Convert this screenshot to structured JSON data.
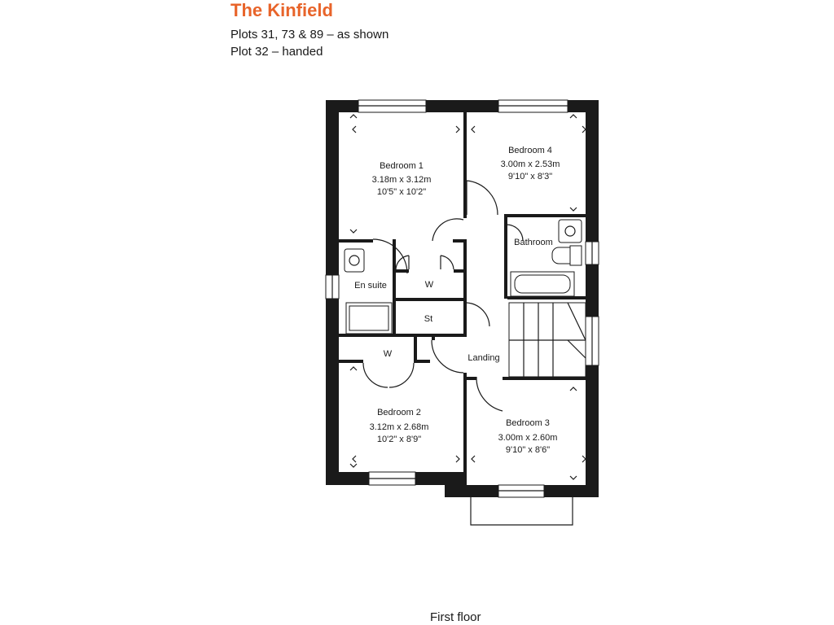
{
  "header": {
    "title": "The Kinfield",
    "plots_line": "Plots 31, 73 & 89 – as shown",
    "handed_line": "Plot  32 – handed"
  },
  "rooms": {
    "bedroom1": {
      "name": "Bedroom 1",
      "metric": "3.18m x 3.12m",
      "imperial": "10'5\" x 10'2\""
    },
    "bedroom4": {
      "name": "Bedroom 4",
      "metric": "3.00m x 2.53m",
      "imperial": "9'10\" x 8'3\""
    },
    "bathroom": {
      "name": "Bathroom"
    },
    "ensuite": {
      "name": "En suite"
    },
    "wardrobe1": {
      "name": "W"
    },
    "store": {
      "name": "St"
    },
    "landing": {
      "name": "Landing"
    },
    "wardrobe2": {
      "name": "W"
    },
    "bedroom2": {
      "name": "Bedroom 2",
      "metric": "3.12m x 2.68m",
      "imperial": "10'2\" x 8'9\""
    },
    "bedroom3": {
      "name": "Bedroom 3",
      "metric": "3.00m x 2.60m",
      "imperial": "9'10\" x 8'6\""
    }
  },
  "floor_label": "First floor",
  "colors": {
    "accent": "#e8642a",
    "ink": "#1a1a1a"
  }
}
